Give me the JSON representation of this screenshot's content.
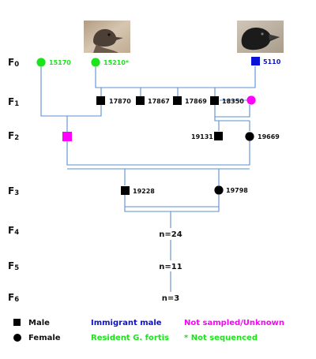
{
  "generations": [
    {
      "letter": "F",
      "num": "0"
    },
    {
      "letter": "F",
      "num": "1"
    },
    {
      "letter": "F",
      "num": "2"
    },
    {
      "letter": "F",
      "num": "3"
    },
    {
      "letter": "F",
      "num": "4"
    },
    {
      "letter": "F",
      "num": "5"
    },
    {
      "letter": "F",
      "num": "6"
    }
  ],
  "individuals": {
    "f0_female_1": "15170",
    "f0_female_2": "15210*",
    "f0_immigrant": "5110",
    "f1_a": "17870",
    "f1_b": "17867",
    "f1_c": "17869",
    "f1_d": "18350",
    "f2_male": "19131",
    "f2_female": "19669",
    "f3_male": "19228",
    "f3_female": "19798"
  },
  "counts": {
    "f4": "n=24",
    "f5": "n=11",
    "f6": "n=3"
  },
  "legend": {
    "male": "Male",
    "female": "Female",
    "immigrant": "Immigrant male",
    "resident": "Resident G. fortis",
    "unknown": "Not sampled/Unknown",
    "not_sequenced": "* Not sequenced"
  },
  "colors": {
    "resident": "#1ee21e",
    "immigrant": "#0a12d6",
    "unknown": "#ff00ff",
    "sampled": "#000000",
    "lines": "#5b8fd0"
  }
}
